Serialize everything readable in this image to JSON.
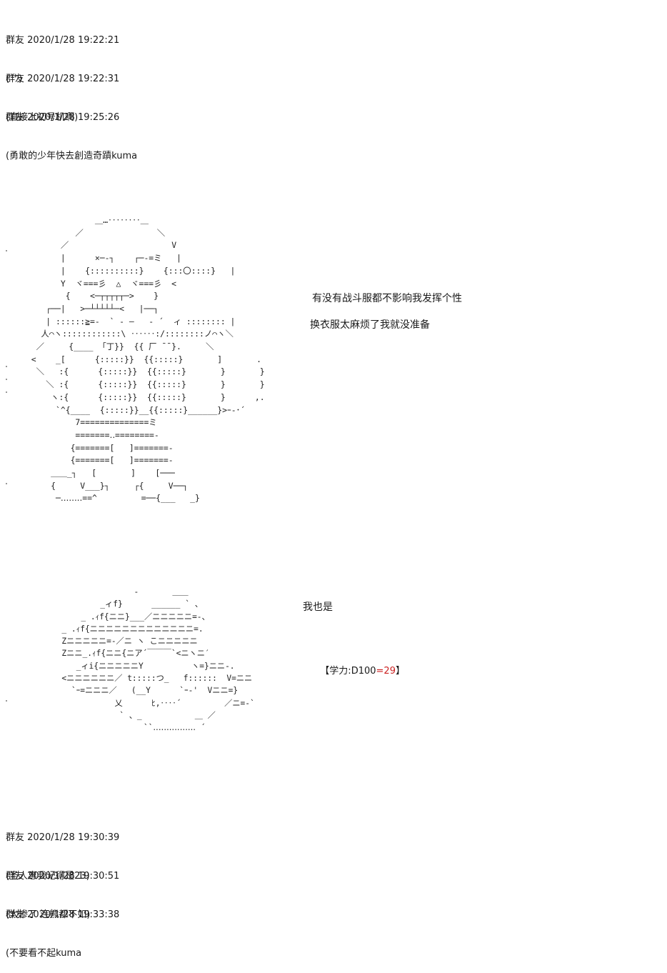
{
  "comments_top": [
    {
      "user": "群友",
      "time": "2020/1/28 19:22:21",
      "text": "(艹)"
    },
    {
      "user": "群友",
      "time": "2020/1/28 19:22:31",
      "text": "(直接上初号机啊)"
    },
    {
      "user": "群友",
      "time": "2020/1/28 19:25:26",
      "text": "(勇敢的少年快去創造奇蹟kuma"
    }
  ],
  "art1": {
    "lines": [
      "               ＿…‥‥‥‥＿",
      "           ／               ＼",
      "        ／                     V",
      "        |      ×─‐┐    ┌─‐=ミ   |",
      "        |    {::::::::::}    {:::〇::::}   |",
      "        Y  ヾ===彡  △  ヾ===彡  <",
      "         {    <─┬┬┬┬┬─>    }",
      "     ┌──|   >─┴┴┴┴┴─<   |──┐",
      "     | ::::::≧=-  ` ‐ ―   ‐ ´  ィ :::::::: |",
      "    人⌒ヽ::::::::::::\\ ‥‥‥:/::::::::ノ⌒ヽ＼",
      "   ／     {____ 「丁}}  {{ 厂 ̄ ̄ }.     ＼",
      "  <    _[      {:::::}}  {{:::::}       ]       .",
      "   ＼   :{      {:::::}}  {{:::::}       }       }",
      "     ＼ :{      {:::::}}  {{:::::}       }       }",
      "      ヽ:{      {:::::}}  {{:::::}       }      ,.",
      "       `^{____  {:::::}}__{{:::::}______}>ｰ‐･´",
      "           7==============ミ",
      "           =======‥========-",
      "          {=======[   ]=======-",
      "          {=======[   ]=======-",
      "      ＿＿_┐   [       ]    [───",
      "      {     V___}┐     ┌{     V──┐",
      "       ─‥‥‥‥==^         =──{___   _}"
    ]
  },
  "speech1": [
    "有没有战斗服都不影响我发挥个性",
    "换衣服太麻烦了我就没准备"
  ],
  "art2": {
    "lines": [
      "                     -       ＿＿",
      "              _ィf}      ______ ` 、",
      "          _ .ｨf{ニニ}___／ニニニニニ=-、",
      "      _ .ｨf{ニニニニニニニニニニニニニ=.",
      "      Zニニニニニ=-／ニ ヽ こニニニニニ",
      "      Zニニ_.ｨf{ニニ{ニア´￣￣￣`<ニヽニ′",
      "         _ィi{ニニニニニY          ヽ=}ニニ-.",
      "      <ニニニニニニ／ t:::::つ_   f::::::  V=ニニ",
      "        `ｰ=ニニニ／   (__Y      `ｰ‐'  Vニニ=}",
      "                 乂      ﾋ,‥‥´         ／ニ=-`",
      "                  ` 、_           ＿ ／",
      "                       ``‥‥‥‥‥‥‥‥ ´"
    ]
  },
  "speech2": "我也是",
  "roll": {
    "open": "【",
    "label": "学力",
    "sep": ":",
    "dice": "D100",
    "eq": "=",
    "result": "29",
    "close": "】"
  },
  "comments_bottom": [
    {
      "user": "群友",
      "time": "2020/1/28 19:30:39",
      "text": "(圣人惠我记得是23)"
    },
    {
      "user": "群友",
      "time": "2020/1/28 19:30:51",
      "text": "(太惨了 连熊都不如)"
    },
    {
      "user": "群友",
      "time": "2020/1/28 19:33:38",
      "text": "(不要看不起kuma"
    }
  ]
}
